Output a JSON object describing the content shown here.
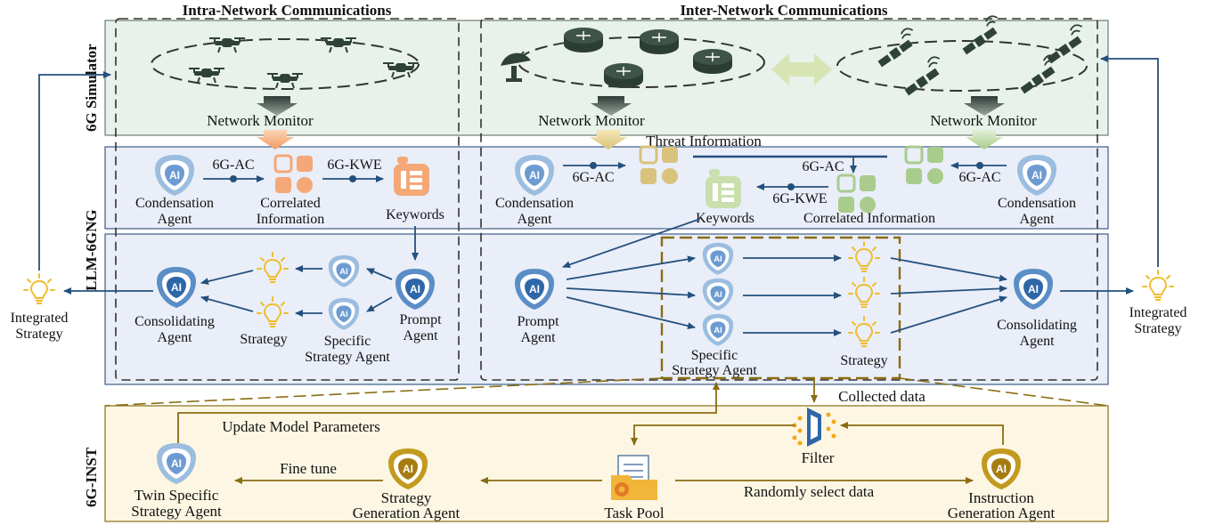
{
  "headers": {
    "intra": "Intra-Network Communications",
    "inter": "Inter-Network Communications"
  },
  "layers": {
    "sim": "6G Simulator",
    "llm": "LLM-6GNG",
    "inst": "6G-INST"
  },
  "labels": {
    "network_monitor": "Network Monitor",
    "threat_information": "Threat Information",
    "ac": "6G-AC",
    "kwe": "6G-KWE",
    "condensation_agent": [
      "Condensation",
      "Agent"
    ],
    "correlated_information": [
      "Correlated",
      "Information"
    ],
    "correlated_information_inline": "Correlated Information",
    "keywords": "Keywords",
    "consolidating_agent": [
      "Consolidating",
      "Agent"
    ],
    "strategy": "Strategy",
    "specific_strategy_agent": [
      "Specific",
      "Strategy Agent"
    ],
    "prompt_agent": [
      "Prompt",
      "Agent"
    ],
    "integrated_strategy": [
      "Integrated",
      "Strategy"
    ],
    "collected_data": "Collected data",
    "update_model_parameters": "Update Model Parameters",
    "filter": "Filter",
    "fine_tune": "Fine tune",
    "randomly_select_data": "Randomly select data",
    "twin_agent": [
      "Twin Specific",
      "Strategy Agent"
    ],
    "strategy_generation_agent": [
      "Strategy",
      "Generation Agent"
    ],
    "task_pool": "Task  Pool",
    "instruction_generation_agent": [
      "Instruction",
      "Generation Agent"
    ]
  },
  "icons": {
    "agent_icon_text": "AI"
  },
  "colors": {
    "sim_bg": "#e8f1ea",
    "llm_bg": "#e9eef8",
    "inst_bg": "#fdf6e3",
    "arrow_blue": "#24507e",
    "gold": "#b08a1a",
    "orange": "#f4b183",
    "sage": "#c5dcb4",
    "bulb": "#f6c842"
  }
}
